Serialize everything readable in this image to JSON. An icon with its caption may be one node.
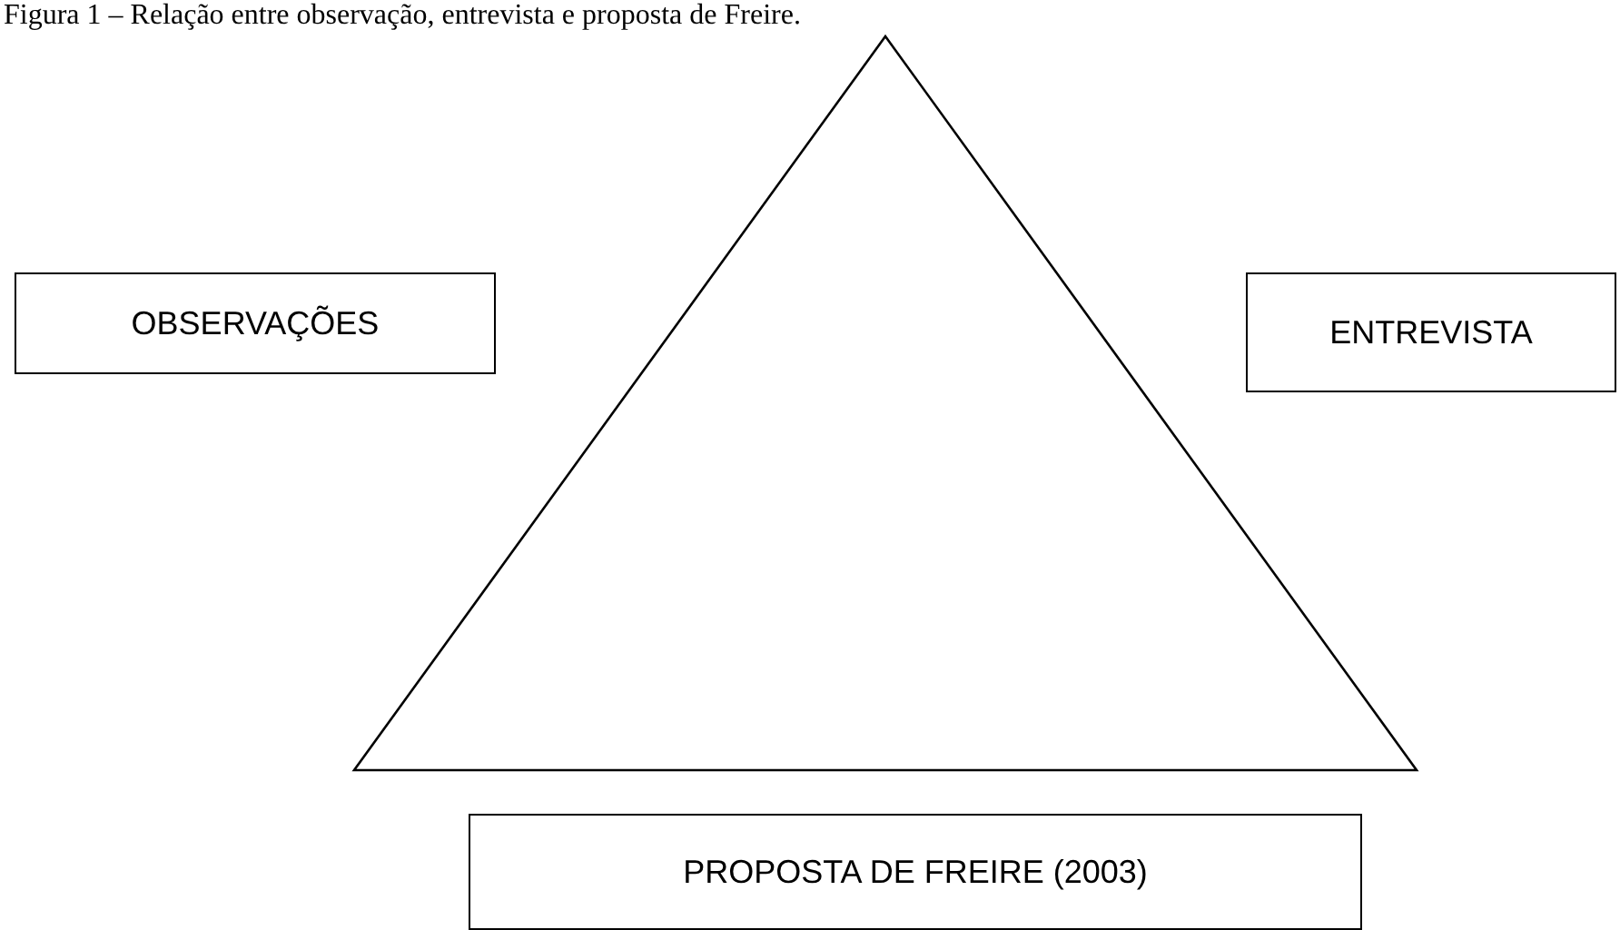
{
  "diagram": {
    "title": "Figura 1 – Relação entre observação, entrevista e proposta de Freire.",
    "nodes": [
      {
        "text": [],
        "shape": "triangle"
      },
      {
        "text": [
          "OBSERVAÇÕES"
        ]
      },
      {
        "text": [
          "ENTREVISTA"
        ]
      },
      {
        "text": [
          "PROPOSTA DE FREIRE (2003)"
        ]
      }
    ],
    "edges": []
  }
}
